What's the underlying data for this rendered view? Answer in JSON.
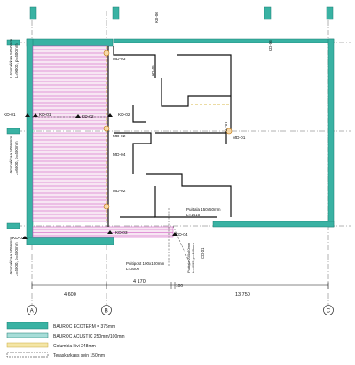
{
  "drawing": {
    "grid_axes": [
      "A",
      "B",
      "C"
    ],
    "dimensions": {
      "left_span": "4 600",
      "middle_span": "4 170",
      "middle_small": "100",
      "right_span": "13 750"
    },
    "slab_labels": {
      "upper": "Lämmakkaa 5050mm\nL=9000, p=400mm",
      "middle": "Lämmakkaa 5050mm\nL=6000, p=400mm",
      "lower": "Lämmakkaa 5050mm\nL=4000, p=400mm"
    },
    "kd_labels": [
      "KD-01",
      "KD-01",
      "KD-02",
      "KD-02",
      "KD-03",
      "KD-03",
      "KD-04",
      "KD-05",
      "KD-06",
      "KD-06",
      "KD-07"
    ],
    "md_labels": [
      "MD-03",
      "MD-02",
      "MD-04",
      "MD-01",
      "MD-02"
    ],
    "beam_notes": {
      "top": "Puittala 150x50mm\nL=1415",
      "bottom": "Puitipost 100x100mm\nL=3000",
      "right_vertical": "Puittala 200x50mm\nL=4605, p=400mm"
    },
    "misc": {
      "cd_label": "CD-01"
    }
  },
  "legend": {
    "items": [
      {
        "name": "BAUROC ECOTERM 375mm",
        "label": "BAUROC ECOTERM = 375mm"
      },
      {
        "name": "BAUROC ACUSTIC 250mm",
        "label": "BAUROC ACUSTIC 250mm/100mm"
      },
      {
        "name": "Columbia kivi 248mm",
        "label": "Columbia kivi 248mm"
      },
      {
        "name": "Teraskarkass sein 150mm",
        "label": "Teraskarkass sein 150mm"
      }
    ]
  },
  "colors": {
    "ecoterm": "#39b2a3",
    "slab_pink": "#cc44bb",
    "wall_outline": "#111111",
    "column_orange": "#e8a23a",
    "grid_dash": "#555555"
  }
}
